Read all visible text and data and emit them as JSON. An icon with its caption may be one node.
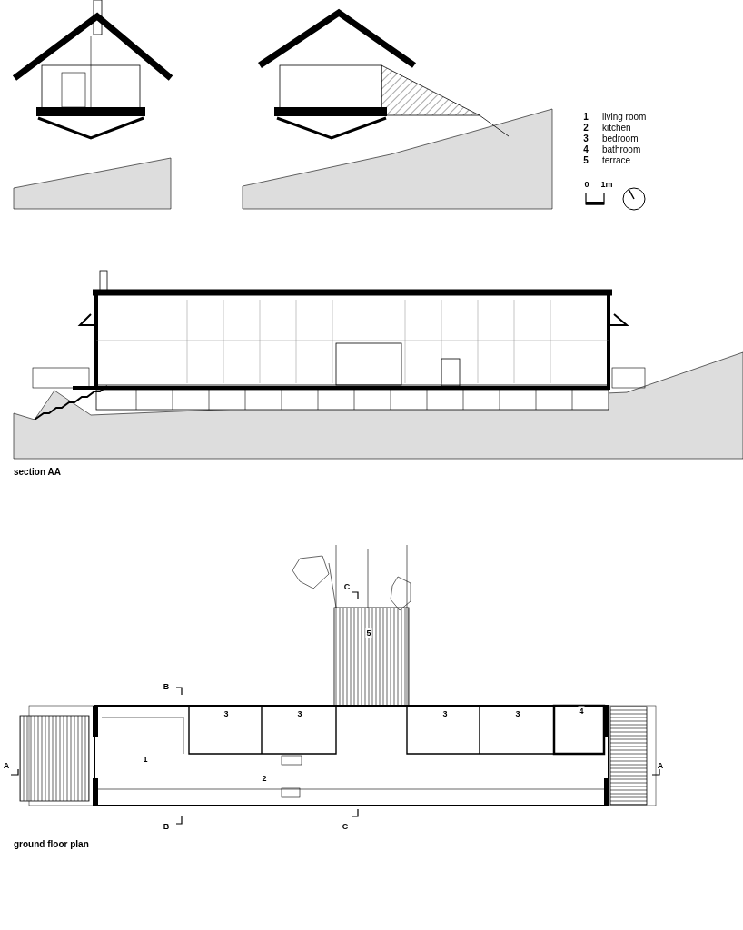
{
  "diagram": {
    "labels": [
      "1",
      "living room",
      "2",
      "kitchen",
      "3",
      "bedroom",
      "4",
      "bathroom",
      "5",
      "terrace",
      "0",
      "1m",
      "section AA",
      "C",
      "5",
      "B",
      "4",
      "3",
      "3",
      "3",
      "3",
      "1",
      "A",
      "A",
      "2",
      "B",
      "C",
      "ground floor plan"
    ]
  }
}
